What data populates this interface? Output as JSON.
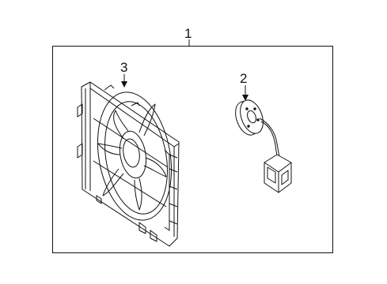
{
  "diagram": {
    "callouts": {
      "assembly": "1",
      "motor": "2",
      "shroud": "3"
    }
  }
}
